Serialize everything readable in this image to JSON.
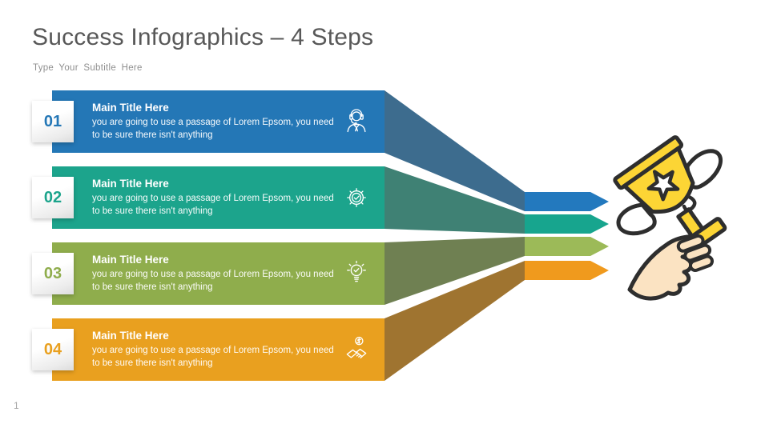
{
  "slide": {
    "title": "Success Infographics – 4 Steps",
    "subtitle": "Type Your Subtitle Here",
    "page_number": "1",
    "background_color": "#FFFFFF",
    "title_color": "#585858"
  },
  "steps": [
    {
      "number": "01",
      "title": "Main Title Here",
      "description": "you are going to use a passage of Lorem Epsom, you need to be sure there isn't anything",
      "icon": "headset-agent-icon",
      "colors": {
        "bar": "#2477B6",
        "funnel": "#3D6C8E",
        "arrow": "#2379BE"
      }
    },
    {
      "number": "02",
      "title": "Main Title Here",
      "description": "you are going to use a passage of Lorem Epsom, you need to be sure there isn't anything",
      "icon": "gear-check-icon",
      "colors": {
        "bar": "#1CA48C",
        "funnel": "#3F8174",
        "arrow": "#17A58E"
      }
    },
    {
      "number": "03",
      "title": "Main Title Here",
      "description": "you are going to use a passage of Lorem Epsom, you need to be sure there isn't anything",
      "icon": "lightbulb-check-icon",
      "colors": {
        "bar": "#8FAD4C",
        "funnel": "#6F8052",
        "arrow": "#9CBA58"
      }
    },
    {
      "number": "04",
      "title": "Main Title Here",
      "description": "you are going to use a passage of Lorem Epsom, you need to be sure there isn't anything",
      "icon": "handshake-dollar-icon",
      "colors": {
        "bar": "#E9A01F",
        "funnel": "#9F7430",
        "arrow": "#F09A1D"
      }
    }
  ],
  "trophy": {
    "icon": "hand-holding-trophy-icon",
    "cup_color": "#FCD535",
    "hand_color": "#FBE3C2",
    "outline_color": "#2E2E2E",
    "star_color": "#FFFFFF"
  }
}
